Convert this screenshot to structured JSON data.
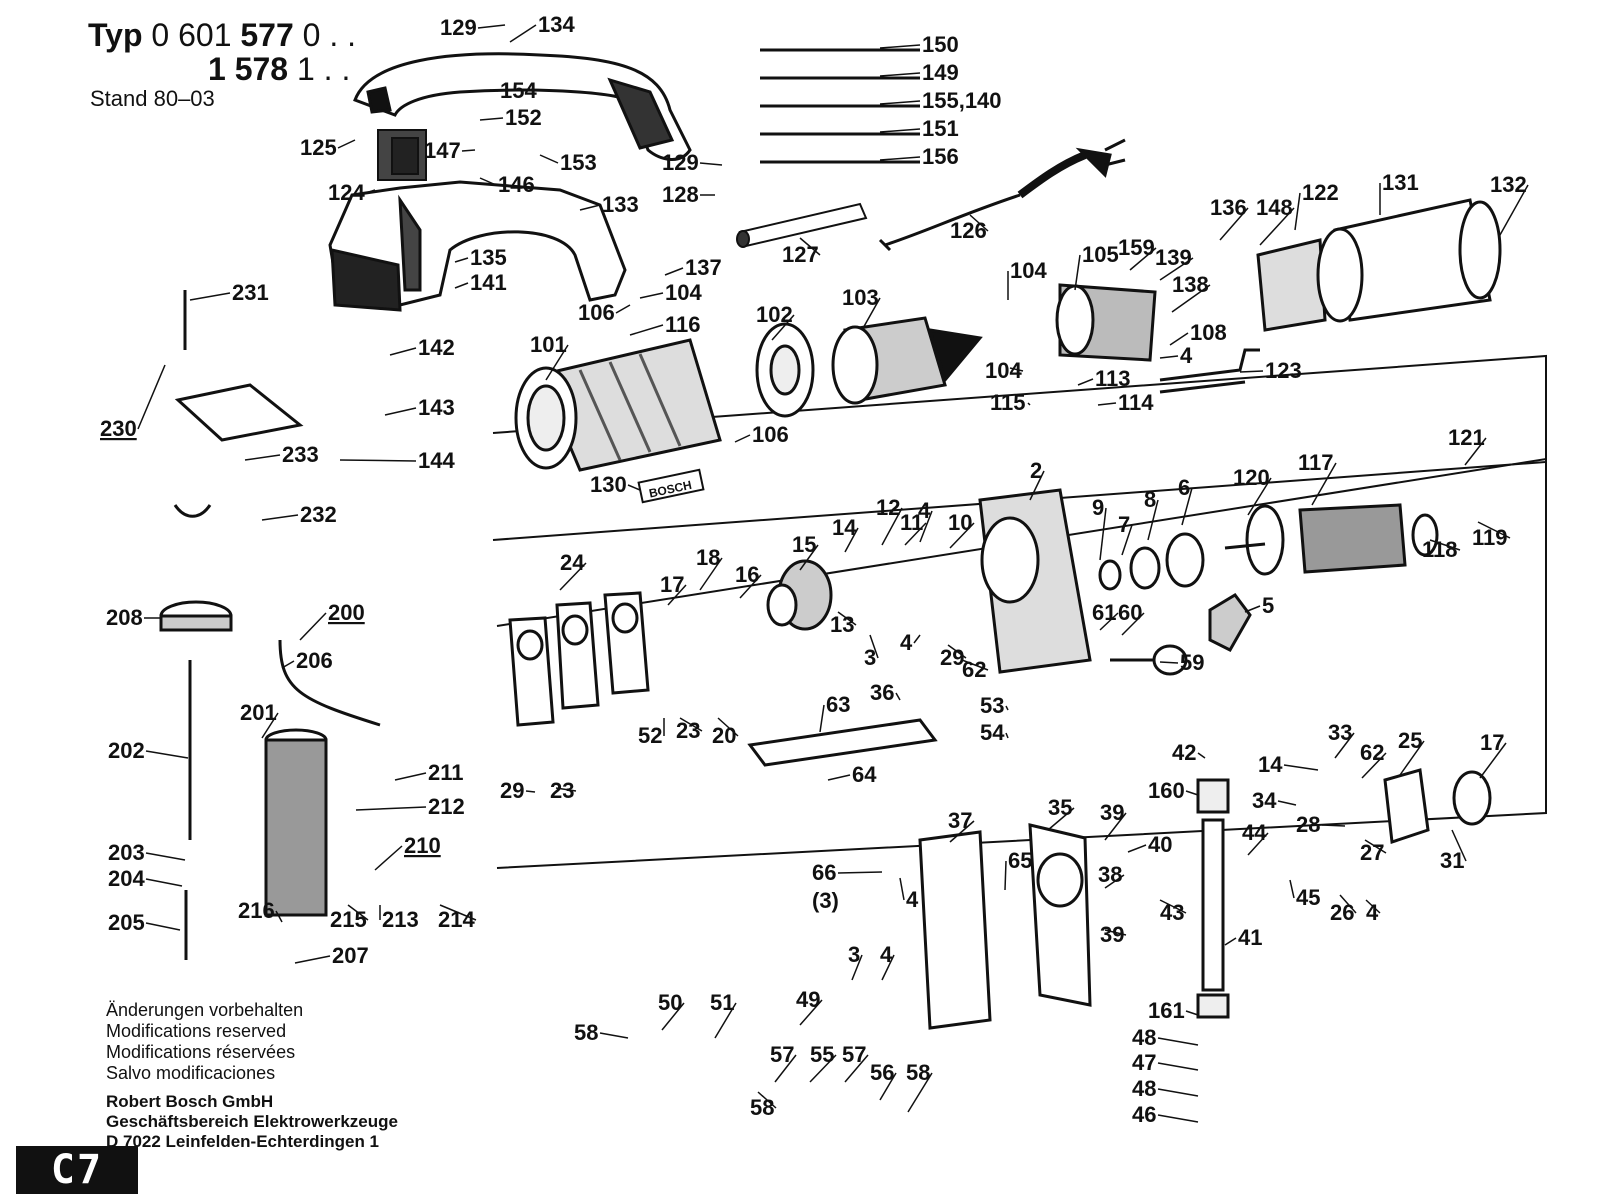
{
  "header": {
    "typ_label": "Typ",
    "model_line1_prefix": "0 601",
    "model_line1_code": "577",
    "model_line1_suffix": "0 . .",
    "model_line2_prefix": "1",
    "model_line2_code": "578",
    "model_line2_suffix": "1 . .",
    "stand": "Stand 80–03"
  },
  "notes": [
    "Änderungen vorbehalten",
    "Modifications reserved",
    "Modifications réservées",
    "Salvo modificaciones"
  ],
  "company": [
    "Robert Bosch GmbH",
    "Geschäftsbereich Elektrowerkzeuge",
    "D 7022 Leinfelden-Echterdingen 1"
  ],
  "page_code": "C7",
  "brand_label": "BOSCH",
  "part_numbers": {
    "129": "129",
    "134": "134",
    "150": "150",
    "149": "149",
    "155_140": "155,140",
    "151": "151",
    "156": "156",
    "154": "154",
    "152": "152",
    "125": "125",
    "147": "147",
    "153": "153",
    "146": "146",
    "124": "124",
    "128": "128",
    "133": "133",
    "126": "126",
    "127": "127",
    "135": "135",
    "141": "141",
    "137": "137",
    "104": "104",
    "106": "106",
    "116": "116",
    "136": "136",
    "148": "148",
    "122": "122",
    "131": "131",
    "132": "132",
    "105": "105",
    "159": "159",
    "139": "139",
    "138": "138",
    "108": "108",
    "4": "4",
    "123": "123",
    "113": "113",
    "115": "115",
    "114": "114",
    "101": "101",
    "102": "102",
    "103": "103",
    "142": "142",
    "143": "143",
    "144": "144",
    "130": "130",
    "231": "231",
    "230": "230",
    "233": "233",
    "232": "232",
    "2": "2",
    "9": "9",
    "7": "7",
    "8": "8",
    "6": "6",
    "120": "120",
    "117": "117",
    "121": "121",
    "118": "118",
    "119": "119",
    "24": "24",
    "18": "18",
    "17": "17",
    "16": "16",
    "15": "15",
    "14": "14",
    "12": "12",
    "11": "11",
    "10": "10",
    "13": "13",
    "3": "3",
    "29": "29",
    "62": "62",
    "61": "61",
    "60": "60",
    "59": "59",
    "5": "5",
    "52": "52",
    "23": "23",
    "20": "20",
    "36": "36",
    "53": "53",
    "54": "54",
    "63": "63",
    "64": "64",
    "208": "208",
    "200": "200",
    "206": "206",
    "201": "201",
    "202": "202",
    "211": "211",
    "212": "212",
    "210": "210",
    "203": "203",
    "204": "204",
    "205": "205",
    "216": "216",
    "215": "215",
    "213": "213",
    "214": "214",
    "207": "207",
    "42": "42",
    "160": "160",
    "33": "33",
    "25": "25",
    "34": "34",
    "28": "28",
    "27": "27",
    "31": "31",
    "35": "35",
    "39": "39",
    "40": "40",
    "37": "37",
    "66": "66",
    "66_qty": "(3)",
    "65": "65",
    "38": "38",
    "43": "43",
    "44": "44",
    "45": "45",
    "26": "26",
    "41": "41",
    "49": "49",
    "50": "50",
    "51": "51",
    "58": "58",
    "57": "57",
    "55": "55",
    "56": "56",
    "161": "161",
    "48": "48",
    "47": "47",
    "46": "46"
  }
}
